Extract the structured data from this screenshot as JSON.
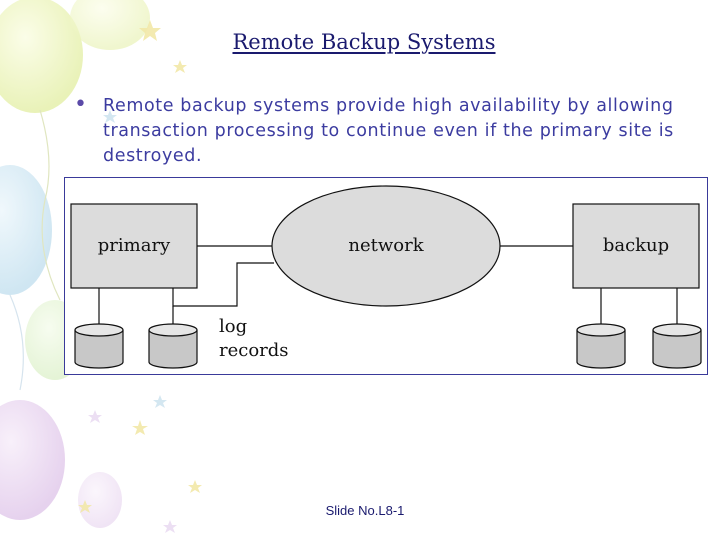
{
  "slide": {
    "title": "Remote Backup Systems",
    "bullet": "Remote backup systems provide high availability by allowing transaction processing to continue even if the primary site is destroyed.",
    "footer": "Slide No.L8-1"
  },
  "diagram": {
    "primary_label": "primary",
    "network_label": "network",
    "backup_label": "backup",
    "log_label_line1": "log",
    "log_label_line2": "records"
  },
  "colors": {
    "title": "#1a1a6e",
    "text": "#3c3ca0",
    "box_fill": "#dcdcdc",
    "border": "#3a3a9a"
  },
  "icons": [
    "balloon-decoration",
    "disk-icon"
  ]
}
